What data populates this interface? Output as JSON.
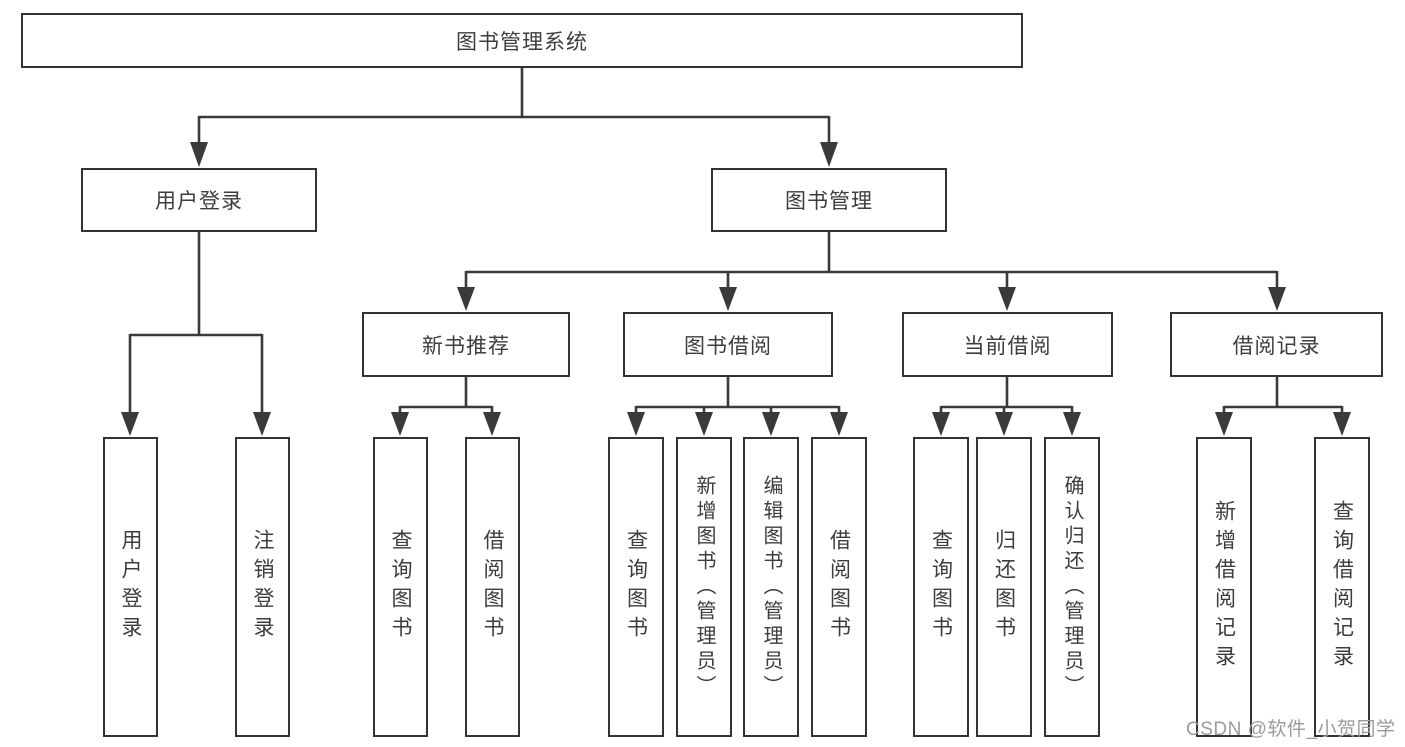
{
  "diagram": {
    "type": "hierarchy-tree",
    "background_color": "#ffffff",
    "line_color": "#3a3a3a",
    "text_color": "#3d3d3d",
    "watermark": {
      "text": "CSDN @软件_小贺同学",
      "color": "#9b9b9b"
    },
    "tree": {
      "label": "图书管理系统",
      "children": [
        {
          "label": "用户登录",
          "children": [
            {
              "label": "用户登录"
            },
            {
              "label": "注销登录"
            }
          ]
        },
        {
          "label": "图书管理",
          "children": [
            {
              "label": "新书推荐",
              "children": [
                {
                  "label": "查询图书"
                },
                {
                  "label": "借阅图书"
                }
              ]
            },
            {
              "label": "图书借阅",
              "children": [
                {
                  "label": "查询图书"
                },
                {
                  "label": "新增图书（管理员）"
                },
                {
                  "label": "编辑图书（管理员）"
                },
                {
                  "label": "借阅图书"
                }
              ]
            },
            {
              "label": "当前借阅",
              "children": [
                {
                  "label": "查询图书"
                },
                {
                  "label": "归还图书"
                },
                {
                  "label": "确认归还（管理员）"
                }
              ]
            },
            {
              "label": "借阅记录",
              "children": [
                {
                  "label": "新增借阅记录"
                },
                {
                  "label": "查询借阅记录"
                }
              ]
            }
          ]
        }
      ]
    }
  }
}
